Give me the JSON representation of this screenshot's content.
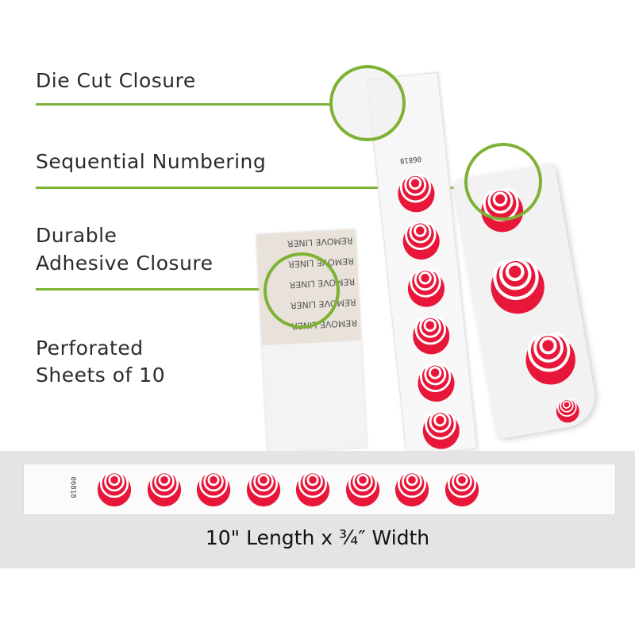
{
  "features": [
    {
      "lines": [
        "Die Cut Closure"
      ]
    },
    {
      "lines": [
        "Sequential Numbering"
      ]
    },
    {
      "lines": [
        "Durable",
        "Adhesive Closure"
      ]
    },
    {
      "lines": [
        "Perforated",
        "Sheets of 10"
      ]
    }
  ],
  "dimensions": "10\" Length x ¾″ Width",
  "serial_number": "06818",
  "liner_text": "REMOVE LINER",
  "colors": {
    "accent": "#7db234",
    "logo_red": "#e8173a",
    "band": "#e4e4e4"
  }
}
